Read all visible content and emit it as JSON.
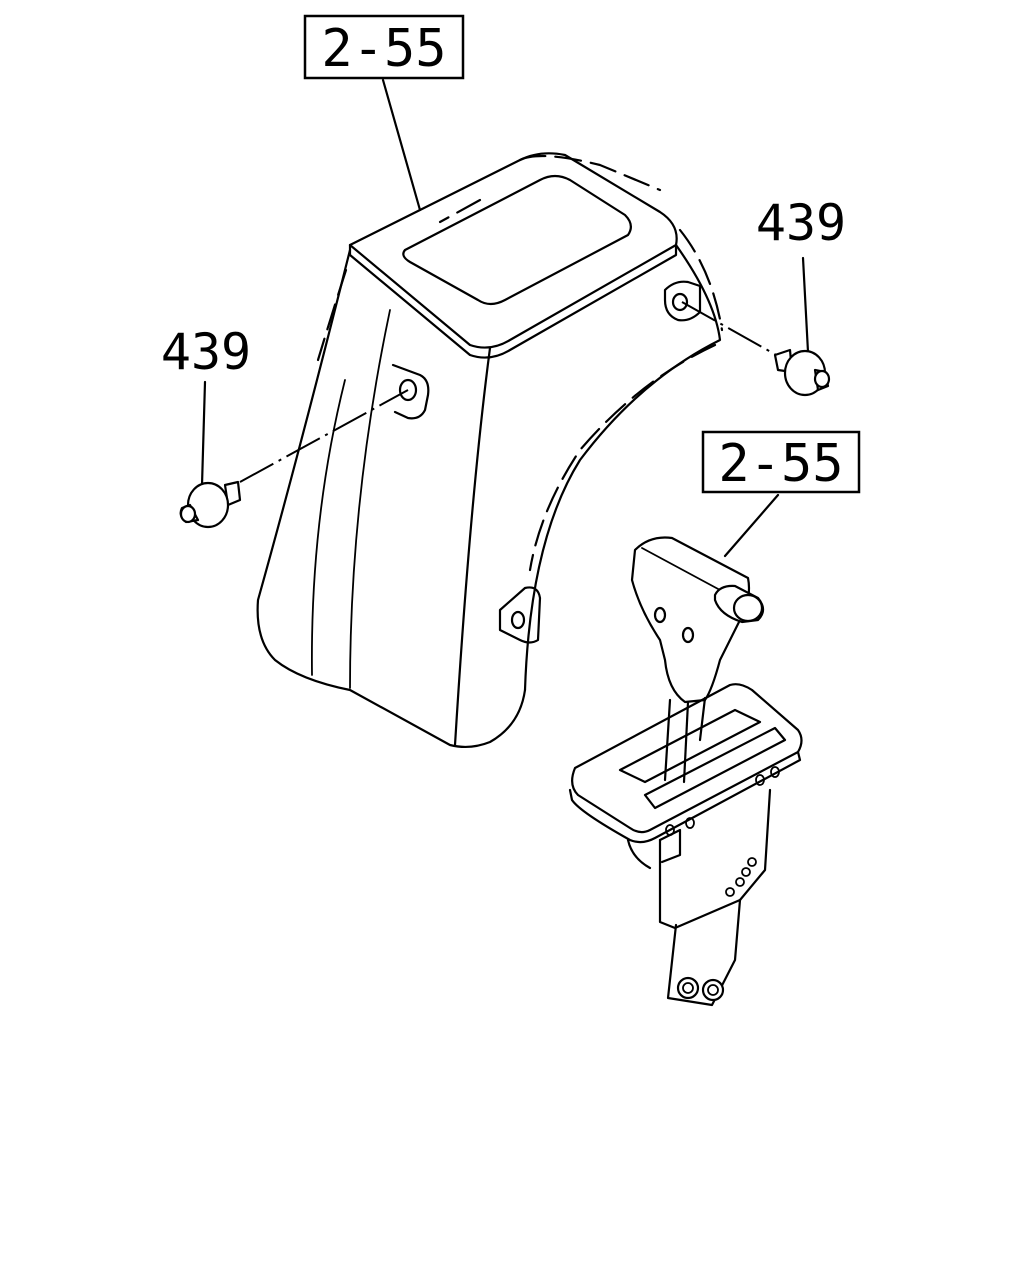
{
  "callouts": {
    "top_box": "2-55",
    "right_box": "2-55",
    "left_label": "439",
    "right_label": "439"
  }
}
